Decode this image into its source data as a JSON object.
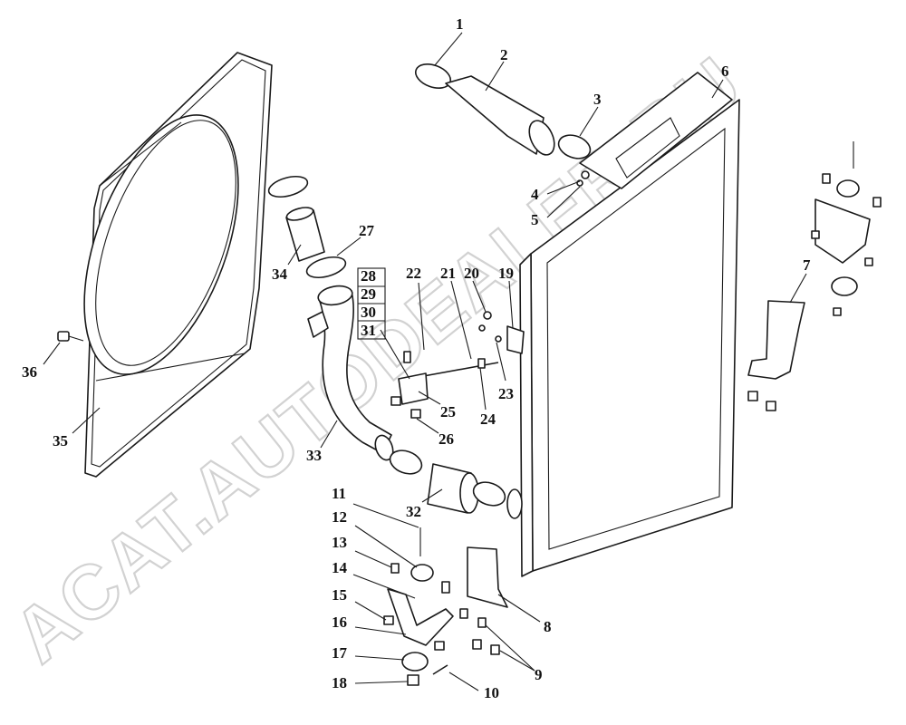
{
  "watermark": {
    "text": "ACAT.AUTODEALER.RU"
  },
  "callouts": [
    "1",
    "2",
    "3",
    "4",
    "5",
    "6",
    "7",
    "8",
    "9",
    "10",
    "11",
    "12",
    "13",
    "14",
    "15",
    "16",
    "17",
    "18",
    "19",
    "20",
    "21",
    "22",
    "23",
    "24",
    "25",
    "26",
    "27",
    "28",
    "29",
    "30",
    "31",
    "32",
    "33",
    "34",
    "35",
    "36"
  ]
}
